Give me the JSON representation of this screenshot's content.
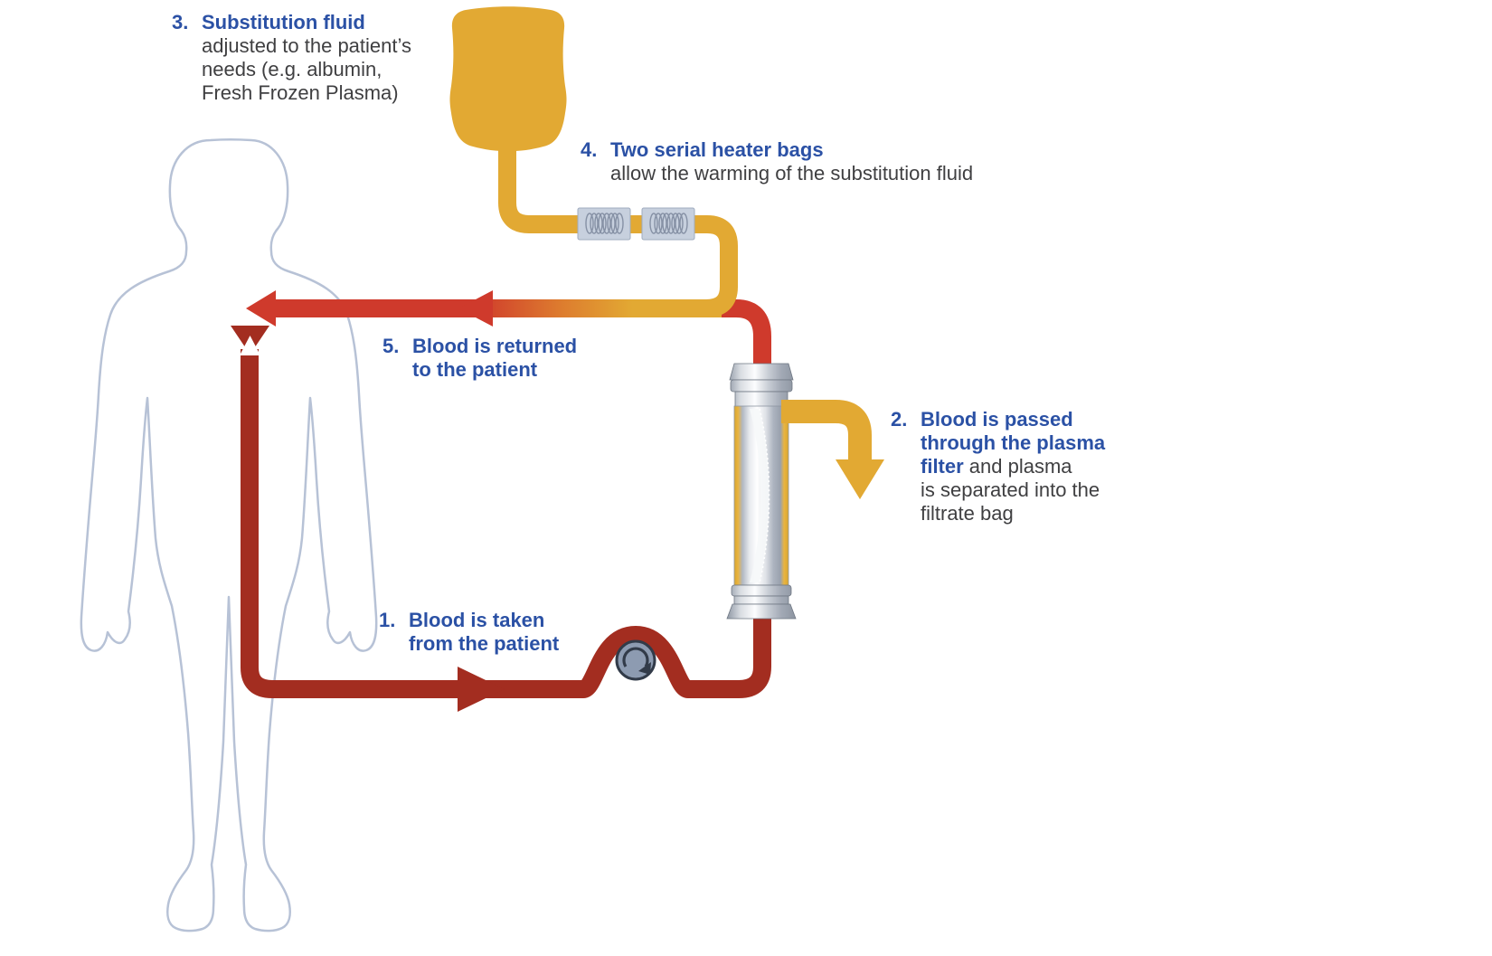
{
  "colors": {
    "heading_blue": "#2b51a5",
    "body_text_gray": "#3f3f41",
    "fluid_yellow": "#e2a933",
    "blood_bright_red": "#cf3a2c",
    "blood_dark_red": "#a32d20",
    "silhouette_outline": "#b7c2d6",
    "pump_gray": "#8d9bb1",
    "heater_coil_gray": "#c7d0de"
  },
  "labels": {
    "substitution_fluid": {
      "num": "3.",
      "title": "Substitution fluid",
      "line1": "adjusted to the patient’s",
      "line2": "needs (e.g. albumin,",
      "line3": "Fresh Frozen Plasma)"
    },
    "heater_bags": {
      "num": "4.",
      "title": "Two serial heater bags",
      "line1": "allow the warming of the substitution fluid"
    },
    "blood_returned": {
      "num": "5.",
      "line1": "Blood is returned",
      "line2": "to the patient"
    },
    "plasma_filter": {
      "num": "2.",
      "line1": "Blood is passed",
      "line2": "through the plasma",
      "line3_bold": "filter",
      "line3_rest": " and plasma",
      "line4": "is separated into the",
      "line5": "filtrate bag"
    },
    "blood_taken": {
      "num": "1.",
      "line1": "Blood is taken",
      "line2": "from the patient"
    }
  }
}
